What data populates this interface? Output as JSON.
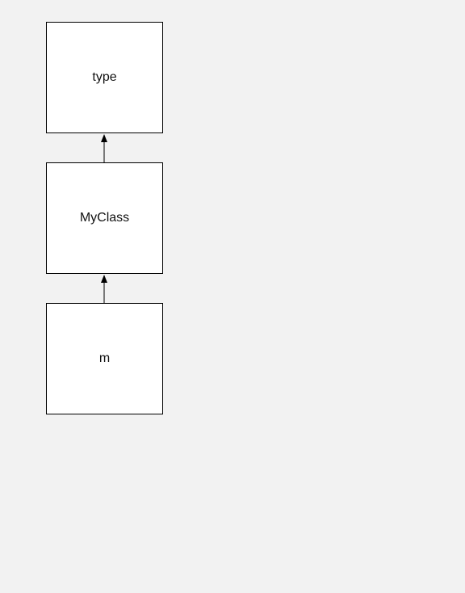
{
  "diagram": {
    "nodes": [
      {
        "id": "type",
        "label": "type"
      },
      {
        "id": "myclass",
        "label": "MyClass"
      },
      {
        "id": "m",
        "label": "m"
      }
    ],
    "edges": [
      {
        "from": "myclass",
        "to": "type",
        "relation": "instance-of"
      },
      {
        "from": "m",
        "to": "myclass",
        "relation": "instance-of"
      }
    ]
  }
}
